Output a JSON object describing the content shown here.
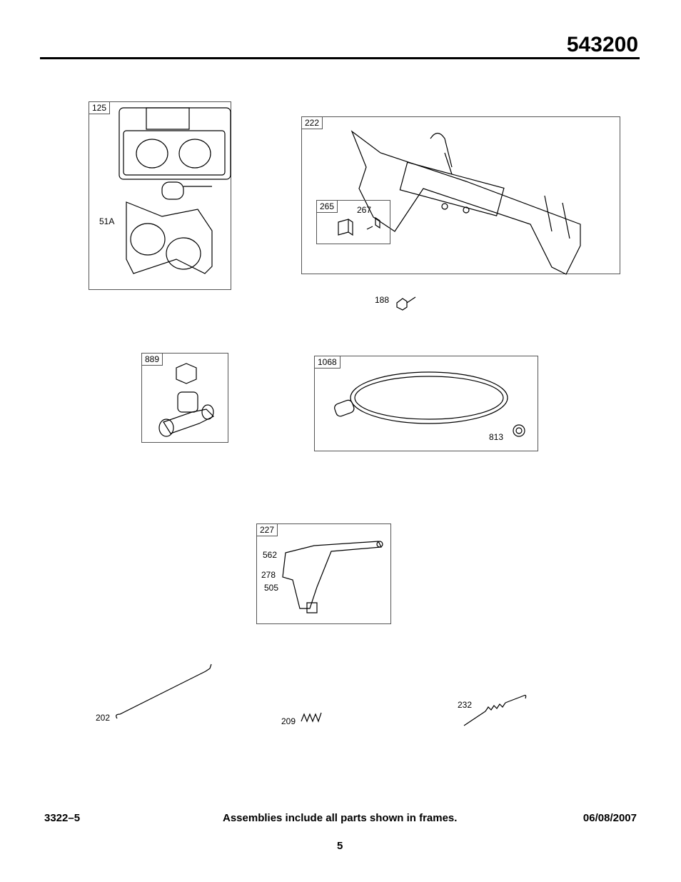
{
  "header": {
    "model": "543200"
  },
  "frames": {
    "f125": {
      "tag": "125",
      "labels": {
        "gasket": "51A"
      }
    },
    "f222": {
      "tag": "222",
      "sub": {
        "tag": "265",
        "label": "267"
      }
    },
    "f889": {
      "tag": "889"
    },
    "f1068": {
      "tag": "1068",
      "labels": {
        "clamp": "813"
      }
    },
    "f227": {
      "tag": "227",
      "labels": {
        "a": "562",
        "b": "278",
        "c": "505"
      }
    }
  },
  "loose": {
    "p188": "188",
    "p202": "202",
    "p209": "209",
    "p232": "232"
  },
  "footer": {
    "code": "3322–5",
    "note": "Assemblies include all parts shown in frames.",
    "date": "06/08/2007",
    "page": "5"
  }
}
